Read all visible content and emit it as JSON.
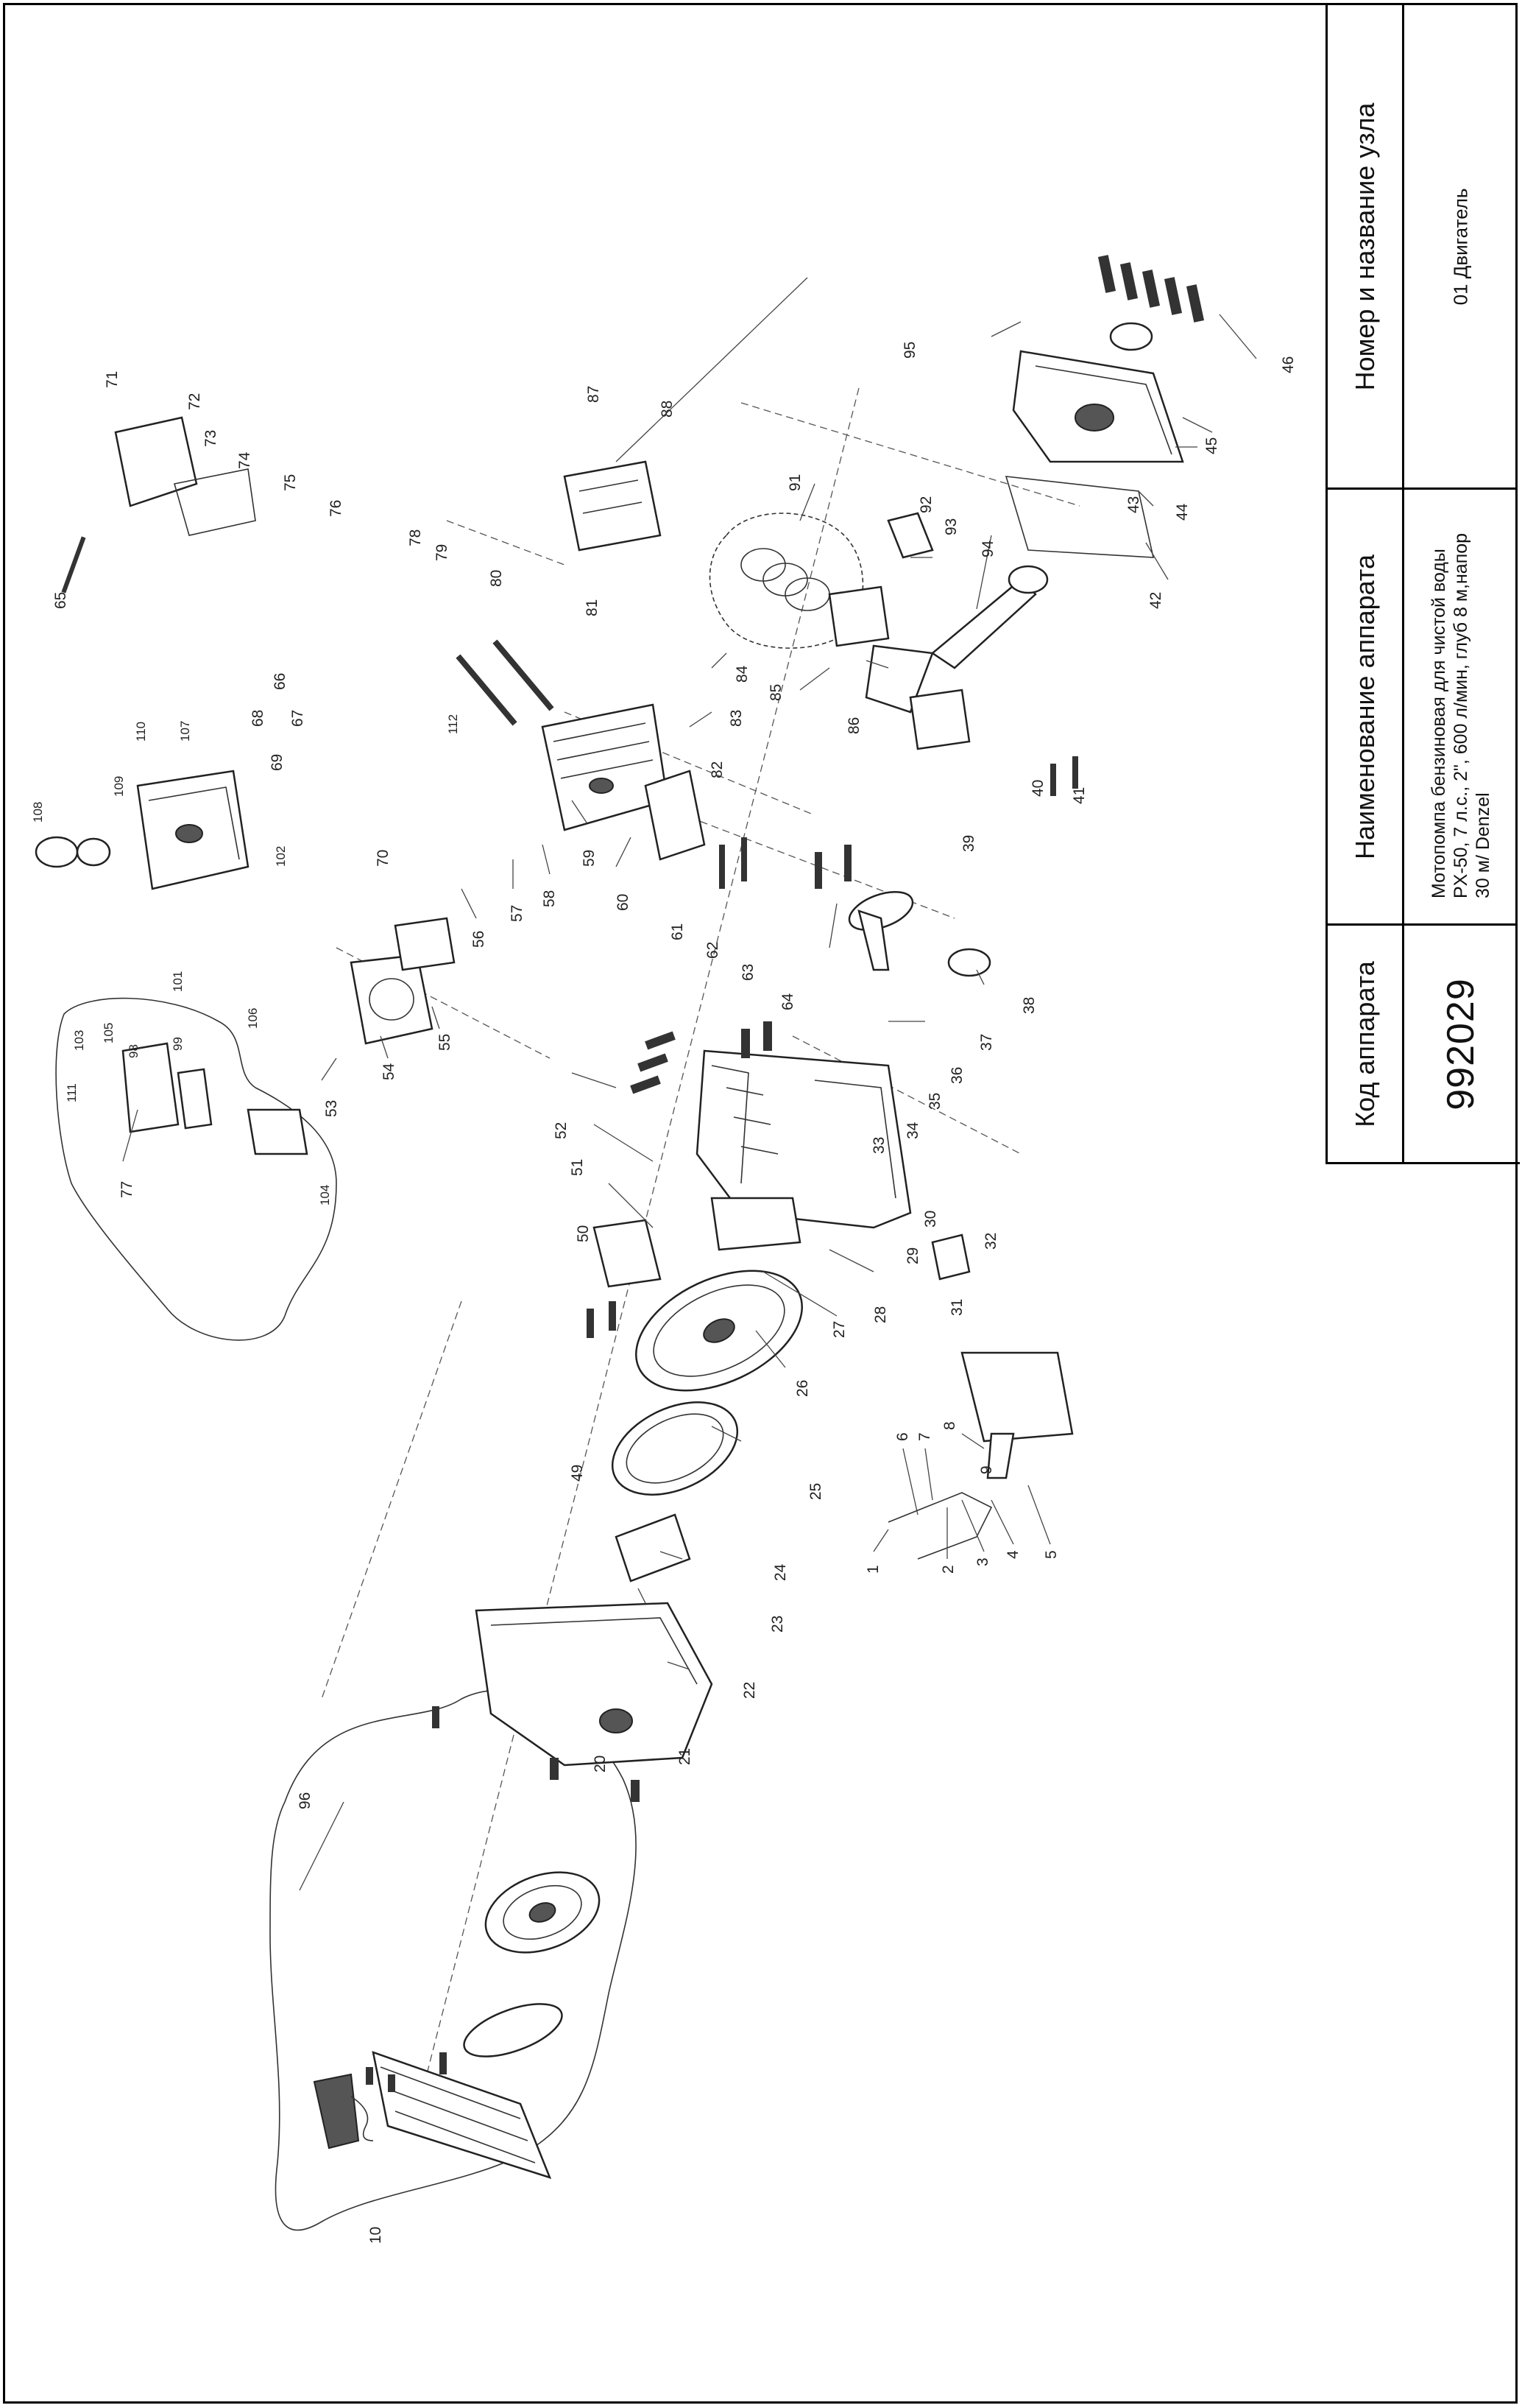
{
  "title_block": {
    "code_header": "Код аппарата",
    "code_value": "992029",
    "name_header": "Наименование аппарата",
    "name_value": "Мотопомпа бензиновая для чистой воды PX-50, 7 л.с., 2\", 600 л/мин, глуб 8 м,напор 30 м/ Denzel",
    "node_header": "Номер и название узла",
    "node_value": "01 Двигатель"
  },
  "callouts": [
    "1",
    "2",
    "3",
    "4",
    "5",
    "6",
    "7",
    "8",
    "9",
    "10",
    "20",
    "21",
    "22",
    "23",
    "24",
    "25",
    "26",
    "27",
    "28",
    "29",
    "30",
    "31",
    "32",
    "33",
    "34",
    "35",
    "36",
    "37",
    "38",
    "39",
    "40",
    "41",
    "42",
    "43",
    "44",
    "45",
    "46",
    "49",
    "50",
    "51",
    "52",
    "53",
    "54",
    "55",
    "56",
    "57",
    "58",
    "59",
    "60",
    "61",
    "62",
    "63",
    "64",
    "65",
    "66",
    "67",
    "68",
    "69",
    "70",
    "71",
    "72",
    "73",
    "74",
    "75",
    "76",
    "77",
    "78",
    "79",
    "80",
    "81",
    "82",
    "83",
    "84",
    "85",
    "86",
    "87",
    "88",
    "91",
    "92",
    "93",
    "94",
    "95",
    "96",
    "98",
    "99",
    "101",
    "102",
    "103",
    "104",
    "105",
    "106",
    "107",
    "108",
    "109",
    "110",
    "111",
    "112"
  ]
}
